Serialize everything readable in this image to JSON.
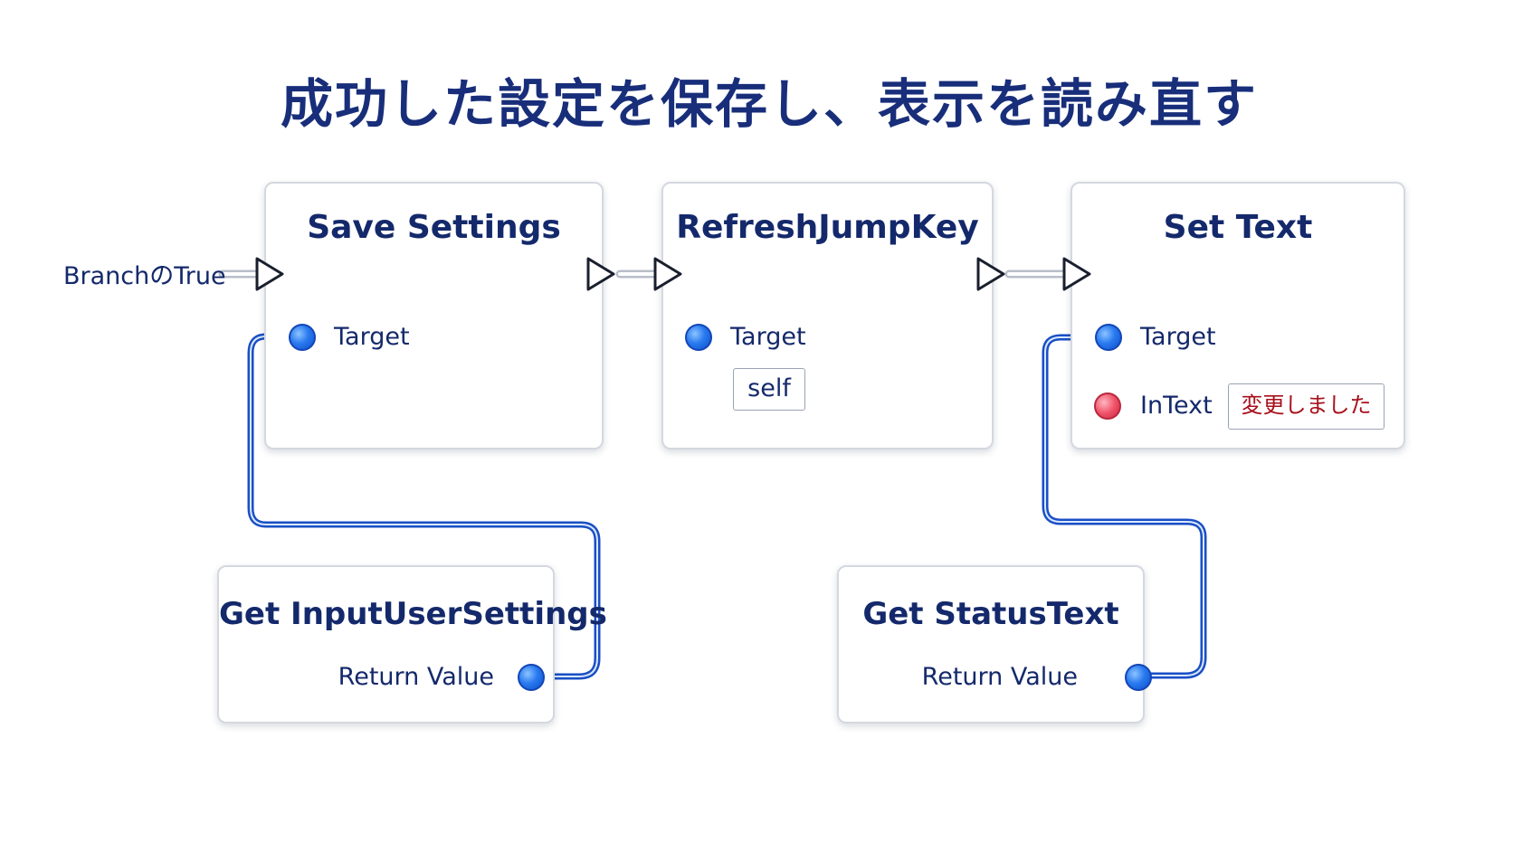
{
  "title": "成功した設定を保存し、表示を読み直す",
  "incoming_exec_label": "BranchのTrue",
  "nodes": {
    "save_settings": {
      "title": "Save Settings",
      "target_label": "Target"
    },
    "refresh_jump_key": {
      "title": "RefreshJumpKey",
      "target_label": "Target",
      "target_value": "self"
    },
    "set_text": {
      "title": "Set Text",
      "target_label": "Target",
      "intext_label": "InText",
      "intext_value": "変更しました"
    },
    "get_input_user_settings": {
      "title": "Get InputUserSettings",
      "return_label": "Return Value"
    },
    "get_status_text": {
      "title": "Get StatusText",
      "return_label": "Return Value"
    }
  },
  "colors": {
    "title": "#182e7a",
    "node_text": "#14296b",
    "object_pin": "#2a7af0",
    "text_pin": "#f0546a",
    "wire": "#1e5ee0",
    "exec_wire": "#b8bec9",
    "string_value": "#a8101c"
  }
}
